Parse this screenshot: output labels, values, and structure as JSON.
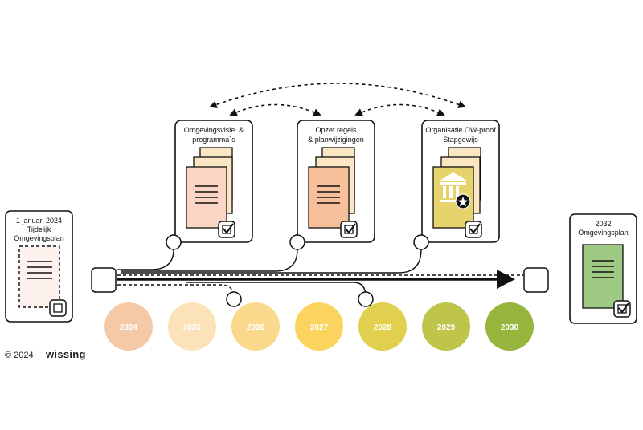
{
  "start_plan": {
    "line1": "1 januari 2024",
    "line2": "Tijdelijk",
    "line3": "Omgevingsplan"
  },
  "end_plan": {
    "line1": "2032",
    "line2": "Omgevingsplan"
  },
  "cards": [
    {
      "line1": "Omgevingsvisie  &",
      "line2": "programma`s"
    },
    {
      "line1": "Opzet regels",
      "line2": "& planwijzigingen"
    },
    {
      "line1": "Organisatie OW-proof",
      "line2": "Stapgewijs"
    }
  ],
  "years": [
    {
      "label": "2024",
      "color": "#f6c9a6"
    },
    {
      "label": "2025",
      "color": "#fbe2b8"
    },
    {
      "label": "2026",
      "color": "#fad98d"
    },
    {
      "label": "2027",
      "color": "#fad45f"
    },
    {
      "label": "2028",
      "color": "#e0d04d"
    },
    {
      "label": "2029",
      "color": "#bfc54a"
    },
    {
      "label": "2030",
      "color": "#97b43c"
    }
  ],
  "colors": {
    "doc_card1": "#fbd5c3",
    "doc_card2": "#f7c09b",
    "doc_card3": "#e6d36b",
    "doc_start": "#fdf2ee",
    "doc_end": "#9fca85",
    "stack_light": "#fbe6c3"
  },
  "footer": {
    "copyright": "© 2024",
    "brand": "wissing"
  }
}
